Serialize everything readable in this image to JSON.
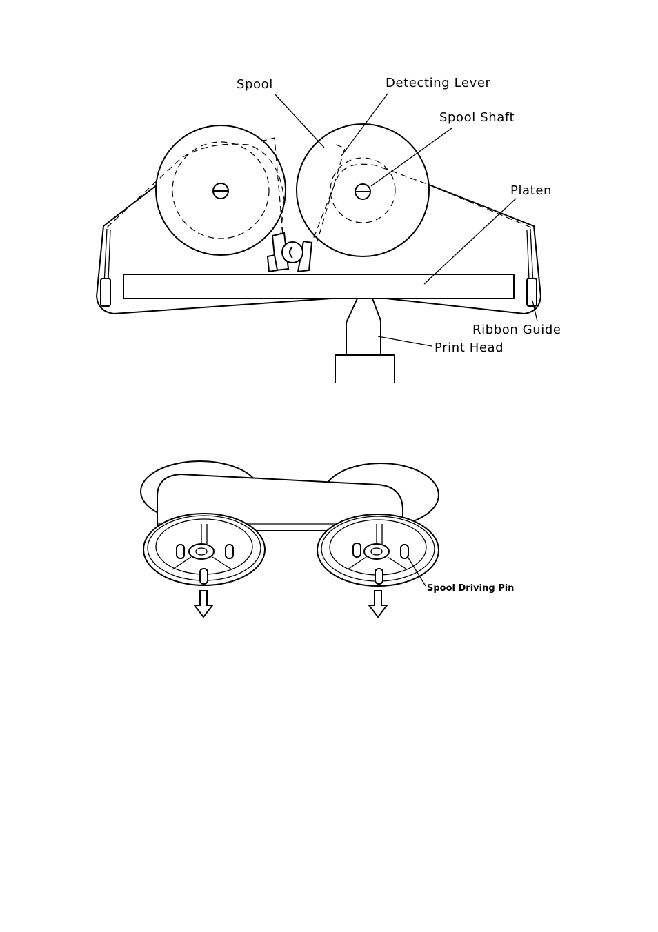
{
  "figure_top": {
    "labels": {
      "spool": "Spool",
      "detecting_lever": "Detecting Lever",
      "spool_shaft": "Spool Shaft",
      "platen": "Platen",
      "ribbon_guide": "Ribbon Guide",
      "print_head": "Print Head"
    }
  },
  "figure_bottom": {
    "labels": {
      "spool_driving_pin": "Spool Driving Pin"
    }
  }
}
